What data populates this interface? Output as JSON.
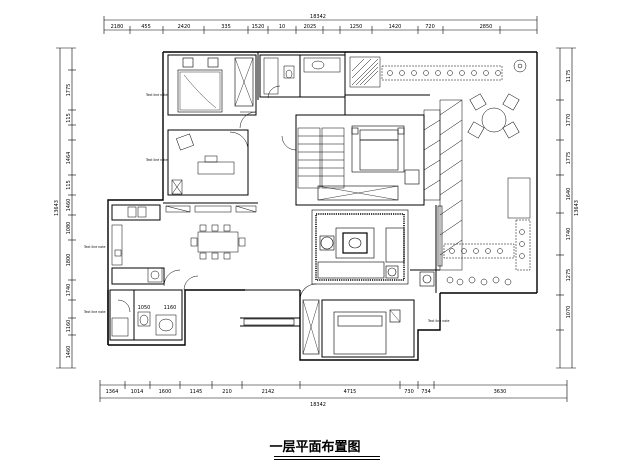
{
  "title": "一层平面布置图",
  "dimensions": {
    "top_total": "18342",
    "top_segments": [
      "2180",
      "455",
      "2420",
      "335",
      "1520",
      "10",
      "2025",
      "",
      "1250",
      "1420",
      "720",
      "2850"
    ],
    "bottom_total": "18342",
    "bottom_segments": [
      "1364",
      "1014",
      "1600",
      "1145",
      "210",
      "2142",
      "4715",
      "730",
      "734",
      "3630"
    ],
    "left_total": "13643",
    "left_segments": [
      "",
      "1775",
      "115",
      "1464",
      "115",
      "1460",
      "",
      "1080",
      "1800",
      "1740",
      "",
      "1160",
      "1460"
    ],
    "right_total": "13643",
    "right_segments": [
      "1175",
      "1770",
      "1775",
      "1640",
      "1740",
      "1275",
      "1070"
    ],
    "inner_labels": [
      "1050",
      "1160"
    ]
  },
  "room_notes": [
    "Text line note",
    "Text line note",
    "Text line note",
    "Text line note",
    "Text line note"
  ]
}
